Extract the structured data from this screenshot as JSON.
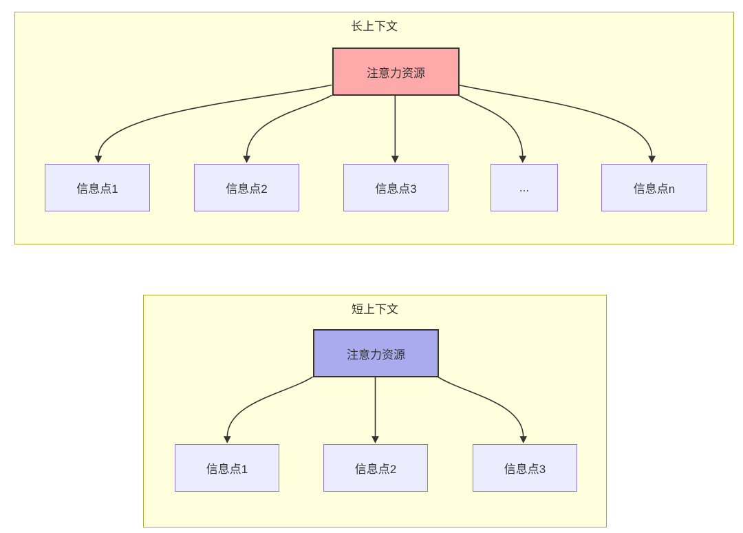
{
  "colors": {
    "panel_fill": "#ffffde",
    "panel_border": "#aaaa33",
    "node_fill": "#ececff",
    "node_border": "#9370db",
    "attention_long_fill": "#ffaaaa",
    "attention_short_fill": "#aaaaee",
    "attention_border": "#333333",
    "edge": "#333333",
    "text": "#333333"
  },
  "long_context": {
    "title": "长上下文",
    "attention_node": {
      "label": "注意力资源"
    },
    "info_nodes": [
      {
        "label": "信息点1"
      },
      {
        "label": "信息点2"
      },
      {
        "label": "信息点3"
      },
      {
        "label": "..."
      },
      {
        "label": "信息点n"
      }
    ]
  },
  "short_context": {
    "title": "短上下文",
    "attention_node": {
      "label": "注意力资源"
    },
    "info_nodes": [
      {
        "label": "信息点1"
      },
      {
        "label": "信息点2"
      },
      {
        "label": "信息点3"
      }
    ]
  }
}
